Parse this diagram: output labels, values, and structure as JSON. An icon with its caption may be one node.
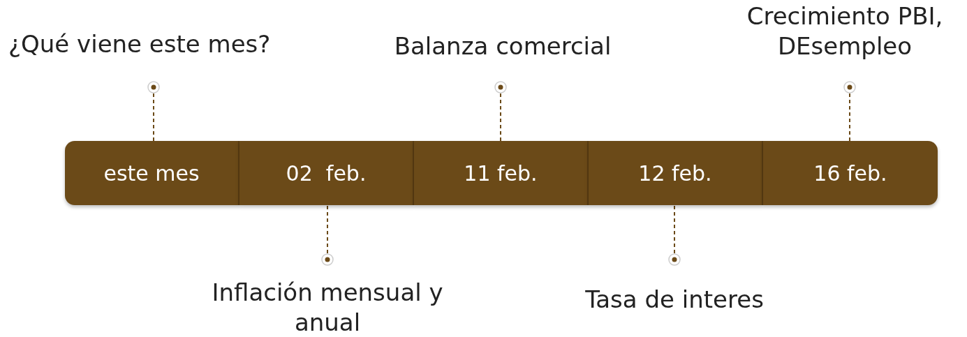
{
  "diagram": {
    "nodes": [
      {
        "text": [
          "¿Qué viene este mes?"
        ]
      },
      {
        "text": [
          "Balanza comercial"
        ]
      },
      {
        "text": [
          "Crecimiento PBI, DEsempleo"
        ]
      },
      {
        "text": [
          "este mes"
        ]
      },
      {
        "text": [
          "02  feb."
        ]
      },
      {
        "text": [
          "11 feb."
        ]
      },
      {
        "text": [
          "12 feb."
        ]
      },
      {
        "text": [
          "16 feb."
        ]
      },
      {
        "text": [
          "Inflación mensual y anual"
        ]
      },
      {
        "text": [
          "Tasa de interes"
        ]
      }
    ],
    "edges": [
      {
        "from": 0,
        "to": 3,
        "arrow": "other",
        "style": "dashed"
      },
      {
        "from": 1,
        "to": 5,
        "arrow": "other",
        "style": "dashed"
      },
      {
        "from": 2,
        "to": 7,
        "arrow": "other",
        "style": "dashed"
      },
      {
        "from": 8,
        "to": 4,
        "arrow": "other",
        "style": "dashed"
      },
      {
        "from": 9,
        "to": 6,
        "arrow": "other",
        "style": "dashed"
      }
    ]
  }
}
